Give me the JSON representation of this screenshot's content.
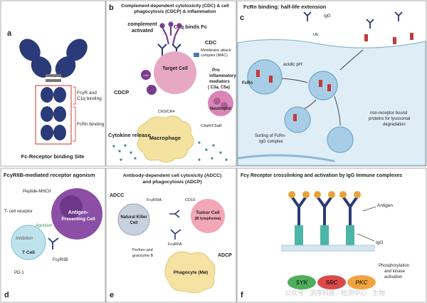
{
  "panels": {
    "a": {
      "letter": "a",
      "caption": "Fc-Receptor binding Site",
      "bracket1_l1": "FcγR and",
      "bracket1_l2": "C1q binding",
      "bracket2": "FcRn binding"
    },
    "b": {
      "letter": "b",
      "title_l1": "Complement-dependent cytotoxicity (CDC) & cell",
      "title_l2": "phagocytosis (CDCP) & inflammation",
      "complement_l1": "complement",
      "complement_l2": "activated",
      "c1q": "C1q binds Fc",
      "cdc": "CDC",
      "mac_l1": "Membrane attack",
      "mac_l2": "complex (MAC)",
      "target": "Target Cell",
      "pro_l1": "Pro",
      "pro_l2": "inflammatory",
      "pro_l3": "mediators",
      "pro_l4": "( C3a, C5a)",
      "cdcp": "CDCP",
      "cr": "CR3/CR4",
      "neutrophil": "Neutrophil",
      "c3ar": "C3aR/C5aR",
      "cytokine": "Cytokine release",
      "macrophage": "Macrophage",
      "c3b": "C3b"
    },
    "c": {
      "letter": "c",
      "title": "FcRn binding: half-life extension",
      "igg": "IgG",
      "ub": "Ub",
      "acidic": "acidic pH",
      "fcrn": "FcRn",
      "nonrec_l1": "non-receptor bound",
      "nonrec_l2": "proteins for lysosomal",
      "nonrec_l3": "degradation",
      "sort_l1": "Sorting of FcRn-",
      "sort_l2": "IgG complex"
    },
    "d": {
      "letter": "d",
      "title": "FcγRIIB-mediated receptor agonism",
      "peptide": "Peptide-MHCII",
      "tcr": "T- cell receptor",
      "apc_l1": "Antigen-",
      "apc_l2": "Presenting Cell",
      "agonism": "Agonism",
      "inhibition": "Inhibition",
      "tcell": "T Cell",
      "pd1": "PD-1",
      "fcriib": "FcγRIIB"
    },
    "e": {
      "letter": "e",
      "title_l1": "Antibody-dependent cell cytoxicity (ADCC)",
      "title_l2": "and phagocytosis (ADCP)",
      "adcc": "ADCC",
      "fcriiia": "FcγRIIIA",
      "cd19": "CD19",
      "nk_l1": "Natural Killer",
      "nk_l2": "Cell",
      "tumor_l1": "Tumor Cell",
      "tumor_l2": "(B lymphoma)",
      "perforin_l1": "Perforn and",
      "perforin_l2": "granzyme B",
      "fcriia": "FcγRIIA",
      "phago": "Phagocyte (Mø)",
      "adcp": "ADCP"
    },
    "f": {
      "letter": "f",
      "title": "Fcγ Receptor crosslinking and activation by IgG Immune complexes",
      "antigen": "Antigen",
      "igg": "IgG",
      "phos_l1": "Phosphorylation",
      "phos_l2": "and kinase",
      "phos_l3": "activation",
      "syk": "SYK",
      "src": "SRC",
      "pkc": "PKC"
    }
  },
  "watermark": "公众号 · 测序科技 · 检测中心 · 生物",
  "colors": {
    "antibody_navy": "#2b3a78",
    "c1q_purple": "#7a3b8f",
    "target_pink": "#e7a8c4",
    "macrophage": "#f4e2a0",
    "neutrophil": "#d985b8",
    "fcrn_red": "#c23b3b",
    "endosome_blue": "#a8cde6",
    "teal": "#4bb6a6",
    "apc_purple": "#8b4fa6",
    "tcell_cyan": "#bfe3ec",
    "nk_grey": "#c8d2df",
    "tumor_pink": "#f1a7b4",
    "phagocyte": "#f6e3a3",
    "antigen_orange": "#e7a33a",
    "kinase_green": "#4fae5b",
    "kinase_red": "#d94b4b",
    "kinase_orange": "#f0a341"
  }
}
